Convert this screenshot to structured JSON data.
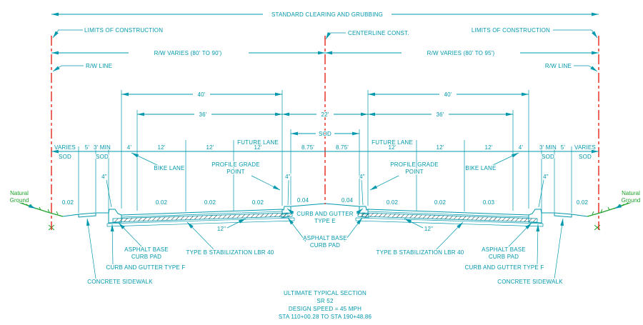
{
  "colors": {
    "linework": "#0098AC",
    "right_of_way": "#E32519",
    "natural_ground": "#1FA12B",
    "hatch": "#1A1A1A",
    "background": "#FFFFFF"
  },
  "top": {
    "clearing": "STANDARD CLEARING AND GRUBBING",
    "limits_of_construction": "LIMITS OF CONSTRUCTION",
    "centerline": "CENTERLINE CONST.",
    "rw_line": "R/W LINE"
  },
  "dimensions": {
    "rw_left": "R/W VARIES (80' TO 90')",
    "rw_right": "R/W VARIES (80' TO 95')",
    "forty": "40'",
    "thirty_six": "36'",
    "twenty_two": "22'",
    "median_sod": "SOD",
    "row_left": [
      "VARIES",
      "5'",
      "3' MIN",
      "4'",
      "12'",
      "12'",
      "12'",
      "8.75'"
    ],
    "row_right": [
      "8.75'",
      "12'",
      "12'",
      "12'",
      "4'",
      "3' MIN",
      "5'",
      "VARIES"
    ],
    "sod_under": "SOD",
    "curb_height": "4\"",
    "base_extension": "12\""
  },
  "labels": {
    "future_lane": "FUTURE LANE",
    "bike_lane": "BIKE LANE",
    "profile_grade": [
      "PROFILE GRADE",
      "POINT"
    ],
    "curb_gutter_e": [
      "CURB AND GUTTER",
      "TYPE E"
    ],
    "asphalt_base_pad": [
      "ASPHALT BASE",
      "CURB PAD"
    ],
    "stabilization": "TYPE B STABILIZATION LBR 40",
    "curb_gutter_f": "CURB AND GUTTER TYPE F",
    "sidewalk": "CONCRETE SIDEWALK",
    "natural_ground": [
      "Natural",
      "Ground"
    ]
  },
  "slopes": {
    "left": [
      "0.02",
      "0.02",
      "0.02",
      "0.02",
      "0.04"
    ],
    "right": [
      "0.04",
      "0.02",
      "0.02",
      "0.03",
      "0.02"
    ]
  },
  "title": {
    "line1": "ULTIMATE TYPICAL SECTION",
    "line2": "SR 52",
    "line3": "DESIGN SPEED = 45 MPH",
    "line4": "STA 110+00.28 TO STA 190+48.86"
  }
}
